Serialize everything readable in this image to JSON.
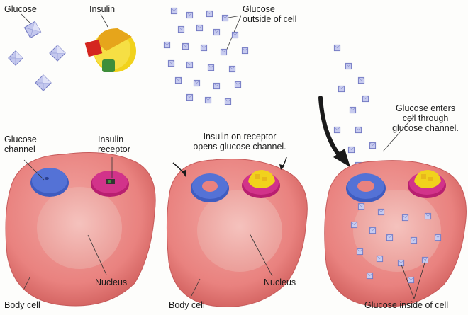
{
  "labels": {
    "glucose": "Glucose",
    "insulin": "Insulin",
    "glucose_outside_line1": "Glucose",
    "glucose_outside_line2": "outside of cell",
    "glucose_channel_line1": "Glucose",
    "glucose_channel_line2": "channel",
    "insulin_receptor_line1": "Insulin",
    "insulin_receptor_line2": "receptor",
    "insulin_on_receptor_line1": "Insulin on receptor",
    "insulin_on_receptor_line2": "opens glucose channel.",
    "glucose_enters_line1": "Glucose enters",
    "glucose_enters_line2": "cell through",
    "glucose_enters_line3": "glucose channel.",
    "nucleus_1": "Nucleus",
    "nucleus_2": "Nucleus",
    "body_cell_1": "Body cell",
    "body_cell_2": "Body cell",
    "glucose_inside": "Glucose inside of cell"
  },
  "colors": {
    "cell_body": "#e9827f",
    "cell_edge": "#c65a5a",
    "nucleus": "#efb2ae",
    "glucose_channel": "#4a69c9",
    "insulin_receptor": "#d2338a",
    "insulin_yellow": "#f1d21c",
    "insulin_red": "#d4261f",
    "insulin_green": "#3e8e3a",
    "glucose_crystal": "#b9bde8",
    "glucose_crystal_edge": "#7c82c6",
    "arrow": "#1a1a1a"
  }
}
